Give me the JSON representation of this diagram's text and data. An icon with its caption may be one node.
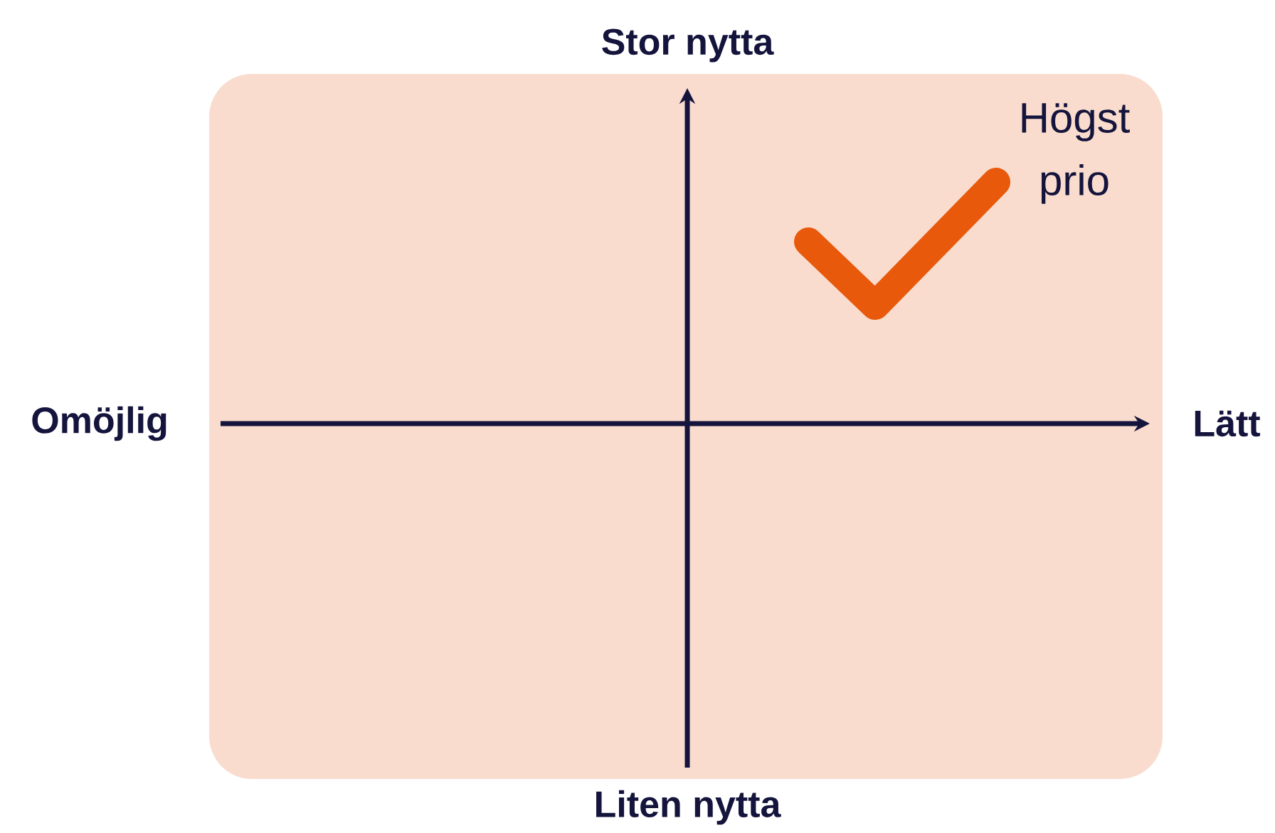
{
  "diagram": {
    "labels": [
      "Stor nytta",
      "Högst prio",
      "Omöjlig",
      "Lätt",
      "Liten nytta"
    ]
  }
}
